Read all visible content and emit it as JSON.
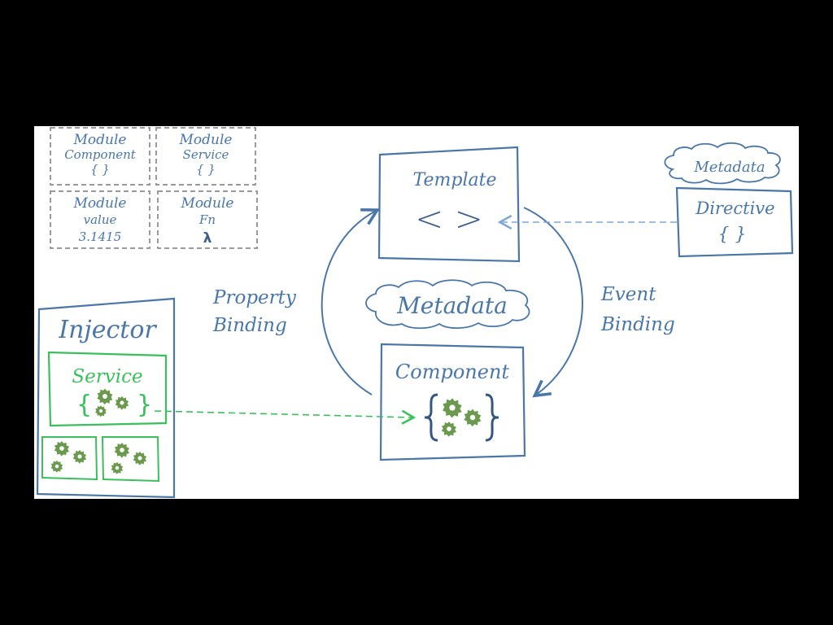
{
  "modules": [
    {
      "line1": "Module",
      "line2": "Component",
      "line3": "{ }"
    },
    {
      "line1": "Module",
      "line2": "Service",
      "line3": "{ }"
    },
    {
      "line1": "Module",
      "line2": "value",
      "line3": "3.1415"
    },
    {
      "line1": "Module",
      "line2": "Fn",
      "line3": "λ"
    }
  ],
  "template": {
    "title": "Template",
    "symbol": "< >"
  },
  "directive": {
    "metadata": "Metadata",
    "title": "Directive",
    "body": "{ }"
  },
  "center_metadata": "Metadata",
  "component": {
    "title": "Component"
  },
  "property_binding": {
    "line1": "Property",
    "line2": "Binding"
  },
  "event_binding": {
    "line1": "Event",
    "line2": "Binding"
  },
  "injector": {
    "title": "Injector",
    "service_title": "Service"
  },
  "colors": {
    "blue": "#4a76a8",
    "green": "#3bbf5c",
    "gear": "#6b9a4f",
    "gray": "#9a9a9a"
  }
}
